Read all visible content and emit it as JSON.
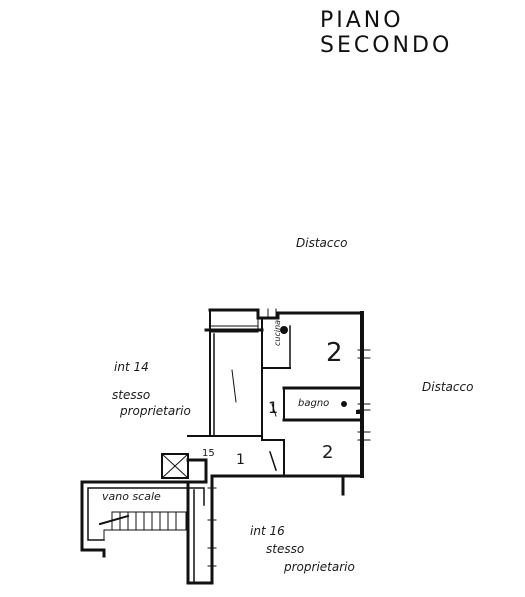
{
  "title": "PIANO SECONDO",
  "labels": {
    "distacco_top": "Distacco",
    "distacco_right": "Distacco",
    "int14_line1": "int 14",
    "int14_line2": "stesso",
    "int14_line3": "proprietario",
    "int16_line1": "int 16",
    "int16_line2": "stesso",
    "int16_line3": "proprietario",
    "vano_scale": "vano scale",
    "cucina": "cucina",
    "bagno": "bagno",
    "unit_number": "15",
    "room_numbers": [
      "2",
      "1",
      "2",
      "1"
    ]
  }
}
